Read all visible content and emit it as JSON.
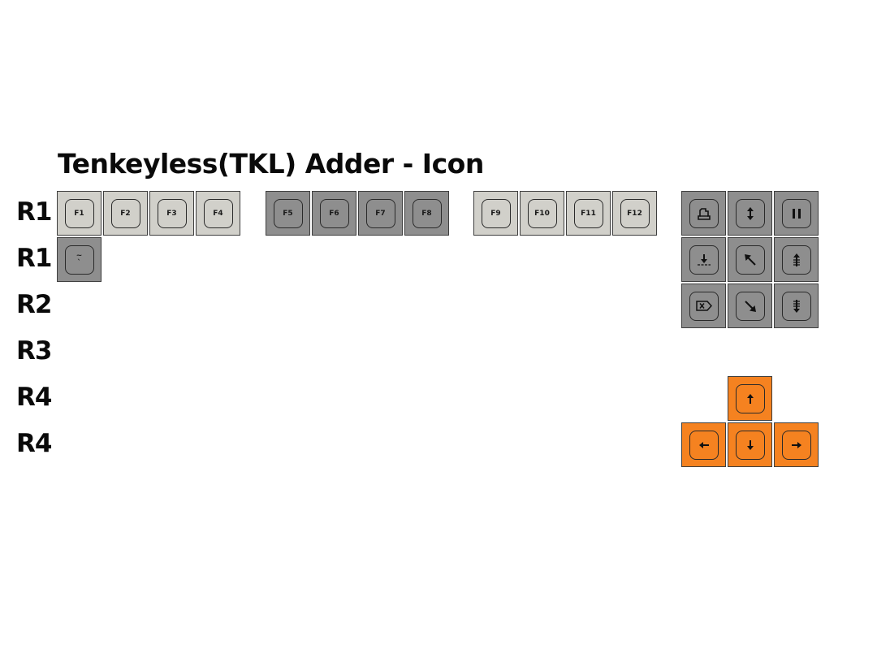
{
  "title": "Tenkeyless(TKL) Adder - Icon",
  "row_labels": [
    "R1",
    "R1",
    "R2",
    "R3",
    "R4",
    "R4"
  ],
  "colors": {
    "light_key": "#d1d0ca",
    "dark_key": "#8e8e8e",
    "accent_key": "#f58220"
  },
  "function_row": {
    "group1": [
      "F1",
      "F2",
      "F3",
      "F4"
    ],
    "group2": [
      "F5",
      "F6",
      "F7",
      "F8"
    ],
    "group3": [
      "F9",
      "F10",
      "F11",
      "F12"
    ]
  },
  "grave_key": {
    "top": "~",
    "bottom": "`"
  },
  "nav_cluster": {
    "row1": [
      "print-screen-icon",
      "scroll-lock-icon",
      "pause-icon"
    ],
    "row2": [
      "insert-icon",
      "home-icon",
      "page-up-icon"
    ],
    "row3": [
      "delete-icon",
      "end-icon",
      "page-down-icon"
    ]
  },
  "arrow_keys": [
    "arrow-up-icon",
    "arrow-left-icon",
    "arrow-down-icon",
    "arrow-right-icon"
  ]
}
